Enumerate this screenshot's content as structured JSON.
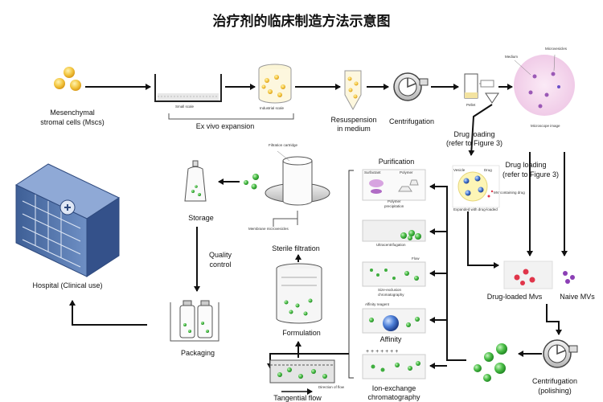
{
  "title": "治疗剂的临床制造方法示意图",
  "labels": {
    "mscs": "Mesenchymal stromal cells (Mscs)",
    "mscs_l1": "Mesenchymal",
    "mscs_l2": "stromal cells (Mscs)",
    "small_scale": "Small scale",
    "industrial_scale": "Industrial scale",
    "ex_vivo": "Ex vivo expansion",
    "resuspension_l1": "Resuspension",
    "resuspension_l2": "in medium",
    "centrifugation": "Centrifugation",
    "pellet": "Pellet",
    "medium": "Medium",
    "microvesicles": "Microvesicles",
    "microscope_image": "Microscope image",
    "drug_loading_1_l1": "Drug loading",
    "drug_loading_1_l2": "(refer to Figure 3)",
    "drug_loading_2_l1": "Drug loading",
    "drug_loading_2_l2": "(refer to Figure 3)",
    "drug_loaded_mvs": "Drug-loaded Mvs",
    "naive_mvs": "Naive MVs",
    "centrifugation_polishing_l1": "Centrifugation",
    "centrifugation_polishing_l2": "(polishing)",
    "purification": "Purification",
    "surfactant": "Surfactant",
    "polymer": "Polymer",
    "polymer_precipitation_l1": "Polymer",
    "polymer_precipitation_l2": "precipitation",
    "ultracentrifugation": "Ultracentrifugation",
    "flow": "Flow",
    "size_exclusion_l1": "Size-exclusion",
    "size_exclusion_l2": "chromatography",
    "affinity_reagent": "Affinity reagent",
    "affinity": "Affinity",
    "ion_exchange_l1": "Ion-exchange",
    "ion_exchange_l2": "chromatography",
    "tangential_flow": "Tangential flow",
    "direction_of_flow": "Direction of flow",
    "formulation": "Formulation",
    "sterile_filtration": "Sterile filtration",
    "filtration_cartridge": "Filtration cartridge",
    "membrane_microvesicles": "Membrane microvesicles",
    "storage": "Storage",
    "quality_control_l1": "Quality",
    "quality_control_l2": "control",
    "packaging": "Packaging",
    "hospital": "Hospital (Clinical use)",
    "vesicle": "Vesicle",
    "drug": "Drug",
    "expanded_with_drug_loaded": "Expanded with drug-loaded",
    "mv_containing_drug": "MV containing drug"
  },
  "colors": {
    "cell_yellow": "#f3c640",
    "green_vesicle": "#3fae3f",
    "red_vesicle": "#e0354a",
    "purple_vesicle": "#8b3fb5",
    "hospital_blue": "#4a6fa8",
    "arrow": "#111111"
  }
}
